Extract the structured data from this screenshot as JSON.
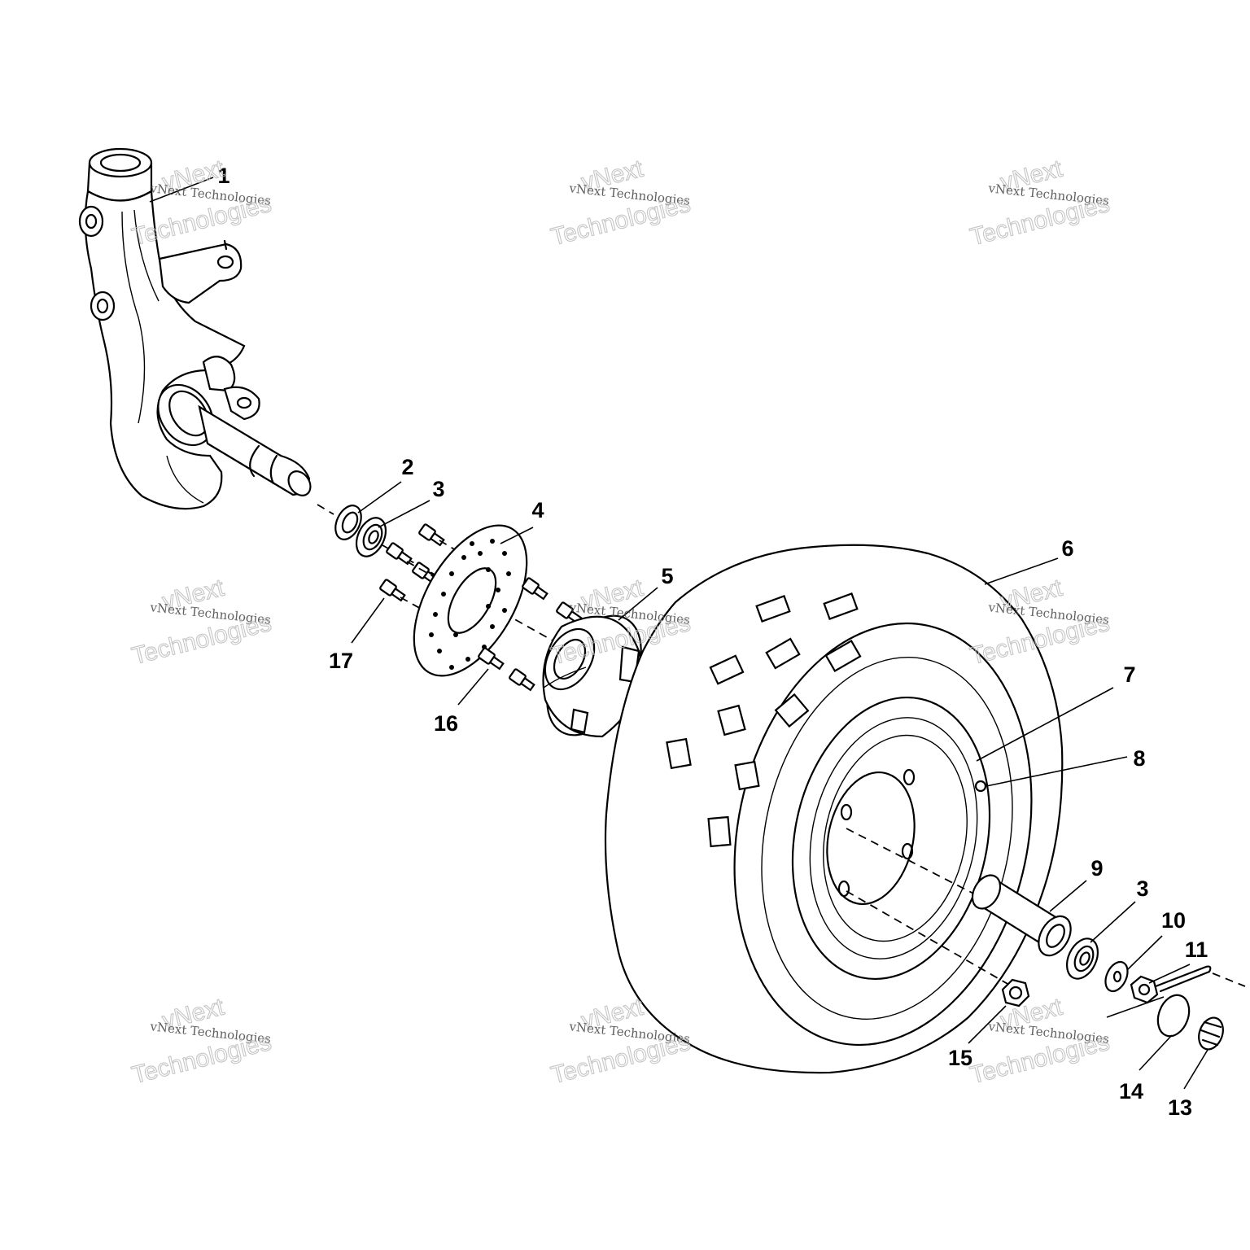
{
  "callouts": {
    "c1": "1",
    "c2": "2",
    "c3a": "3",
    "c4": "4",
    "c5": "5",
    "c6": "6",
    "c7": "7",
    "c8": "8",
    "c9": "9",
    "c3b": "3",
    "c10": "10",
    "c11": "11",
    "c13": "13",
    "c14": "14",
    "c15": "15",
    "c16": "16",
    "c17": "17"
  },
  "watermark": {
    "line1": "vNext",
    "line2": "vNext Technologies",
    "line3": "Technologies"
  }
}
